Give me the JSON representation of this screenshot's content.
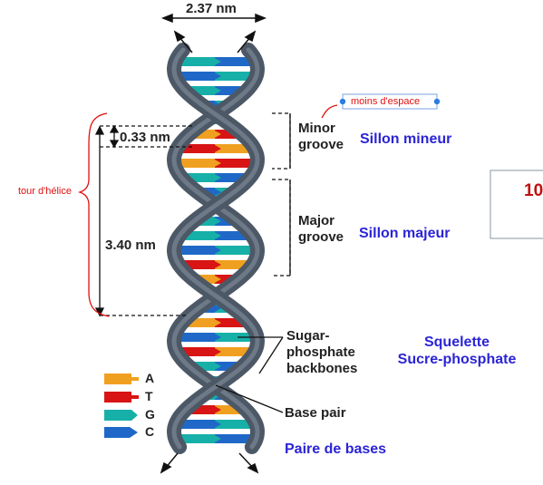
{
  "dimensions": {
    "width": "2.37 nm",
    "rise": "0.33 nm",
    "pitch": "3.40 nm"
  },
  "annotations": {
    "less_space": "moins d'espace",
    "helix_turn": "tour d'hélice"
  },
  "labels_en": {
    "minor_line1": "Minor",
    "minor_line2": "groove",
    "major_line1": "Major",
    "major_line2": "groove",
    "backbone_line1": "Sugar-",
    "backbone_line2": "phosphate",
    "backbone_line3": "backbones",
    "base_pair": "Base pair"
  },
  "labels_fr": {
    "minor": "Sillon mineur",
    "major": "Sillon majeur",
    "backbone_line1": "Squelette",
    "backbone_line2": "Sucre-phosphate",
    "base_pair": "Paire de bases"
  },
  "key": {
    "A": "A",
    "T": "T",
    "G": "G",
    "C": "C"
  },
  "colors": {
    "A": "#f0a020",
    "T": "#d81414",
    "G": "#16b0a8",
    "C": "#1f68c8",
    "backbone": "#4c5866",
    "backbone_light": "#8a96a3",
    "french_text": "#2b24d6",
    "annotation_red": "#e01010"
  },
  "cut_off_box": {
    "text": "10"
  }
}
